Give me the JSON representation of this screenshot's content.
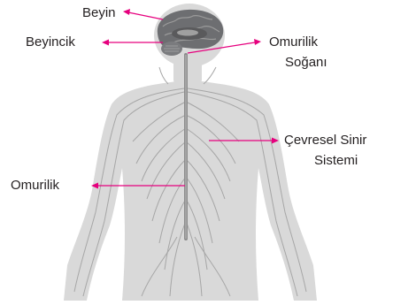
{
  "labels": {
    "brain": "Beyin",
    "cerebellum": "Beyincik",
    "medulla_line1": "Omurilik",
    "medulla_line2": "Soğanı",
    "peripheral_line1": "Çevresel Sinir",
    "peripheral_line2": "Sistemi",
    "spinal_cord": "Omurilik"
  },
  "colors": {
    "arrow": "#e6007e",
    "body_fill": "#d9d9d9",
    "nerve": "#a6a6a6",
    "spine": "#8c8c8c",
    "brain_fill": "#6d6e71",
    "text": "#231f20"
  }
}
